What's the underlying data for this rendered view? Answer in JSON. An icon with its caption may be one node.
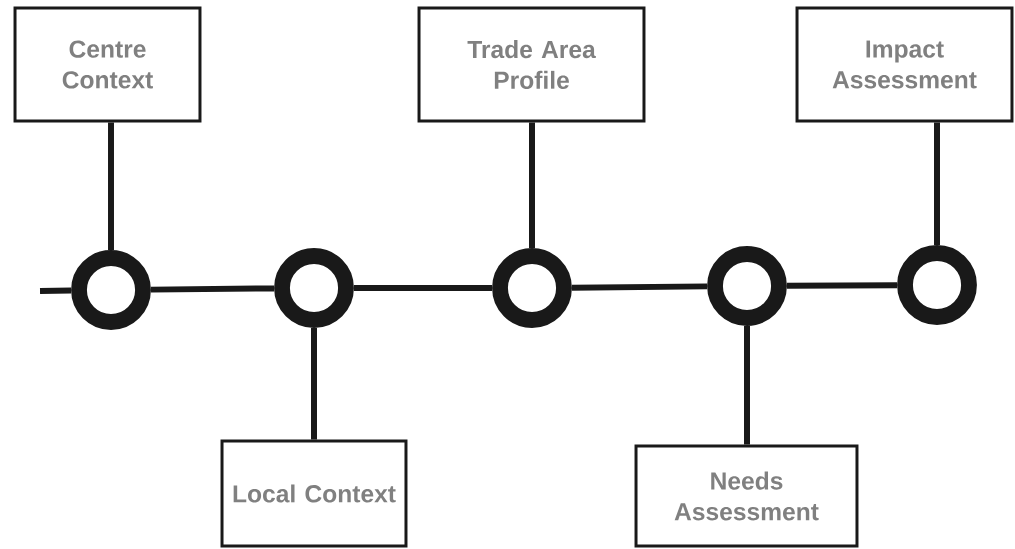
{
  "diagram": {
    "nodes": [
      {
        "text": [
          "Centre Context"
        ]
      },
      {
        "text": [
          "Trade Area Profile"
        ]
      },
      {
        "text": [
          "Impact Assessment"
        ]
      },
      {
        "text": [],
        "shape": "circle"
      },
      {
        "text": [],
        "shape": "circle"
      },
      {
        "text": [],
        "shape": "circle"
      },
      {
        "text": [],
        "shape": "circle"
      },
      {
        "text": [],
        "shape": "circle"
      },
      {
        "text": [
          "Local Context"
        ]
      },
      {
        "text": [
          "Needs Assessment"
        ]
      }
    ],
    "edges": [
      {
        "from": null,
        "to": 3,
        "arrow": "none"
      },
      {
        "from": 3,
        "to": 4,
        "arrow": "none"
      },
      {
        "from": 4,
        "to": 5,
        "arrow": "none"
      },
      {
        "from": 5,
        "to": 6,
        "arrow": "none"
      },
      {
        "from": 6,
        "to": 7,
        "arrow": "none"
      },
      {
        "from": 0,
        "to": 3,
        "arrow": "none"
      },
      {
        "from": 1,
        "to": 5,
        "arrow": "none"
      },
      {
        "from": 2,
        "to": 7,
        "arrow": "none"
      },
      {
        "from": 4,
        "to": 8,
        "arrow": "none"
      },
      {
        "from": 6,
        "to": 9,
        "arrow": "none"
      }
    ]
  }
}
